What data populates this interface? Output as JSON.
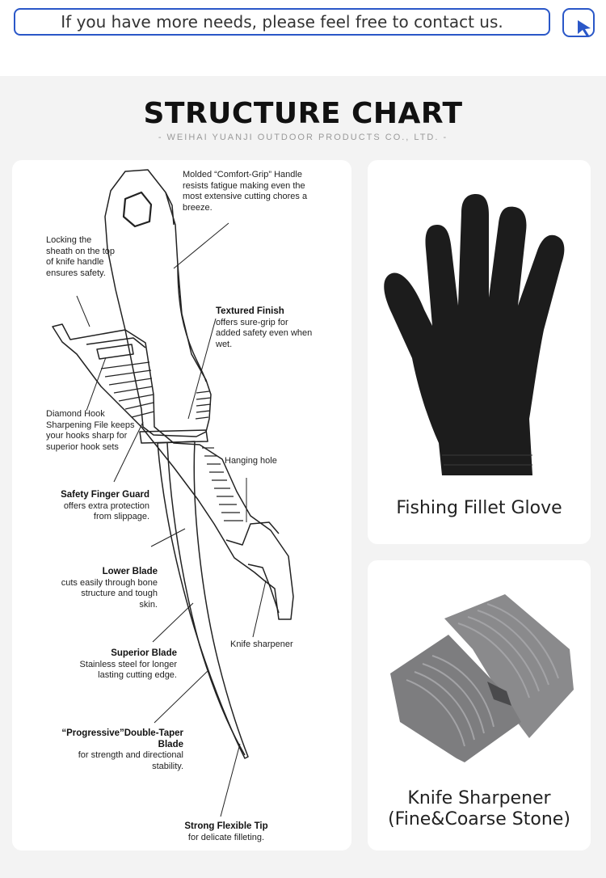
{
  "contact": {
    "text": "If you have more needs, please feel free to contact us.",
    "button_icon": "cursor-click-icon",
    "accent": "#2a57c8"
  },
  "section": {
    "title": "STRUCTURE CHART",
    "subtitle": "- WEIHAI YUANJI OUTDOOR PRODUCTS CO., LTD. -"
  },
  "diagram": {
    "annotations": {
      "handle": "Molded “Comfort-Grip” Handle resists fatigue making even the most extensive cutting chores a breeze.",
      "locking": "Locking the sheath on the top of knife handle ensures safety.",
      "textured_title": "Textured Finish",
      "textured_body": "offers sure-grip for added safety even when wet.",
      "diamond": "Diamond Hook Sharpening File keeps your hooks sharp for superior hook sets",
      "hanging": "Hanging hole",
      "guard_title": "Safety Finger Guard",
      "guard_body": "offers extra protection from slippage.",
      "lower_title": "Lower Blade",
      "lower_body": "cuts easily through bone structure and tough skin.",
      "sharpener": "Knife sharpener",
      "superior_title": "Superior Blade",
      "superior_body": "Stainless steel for longer lasting cutting edge.",
      "progressive_title": "“Progressive”Double-Taper Blade",
      "progressive_body": "for strength and directional stability.",
      "tip_title": "Strong Flexible Tip",
      "tip_body": "for delicate filleting."
    }
  },
  "products": [
    {
      "caption": "Fishing Fillet Glove",
      "icon": "glove-icon",
      "color": "#1c1c1c"
    },
    {
      "caption_line1": "Knife Sharpener",
      "caption_line2": "(Fine&Coarse Stone)",
      "icon": "knife-sharpener-icon",
      "color": "#7d7d7f"
    }
  ]
}
